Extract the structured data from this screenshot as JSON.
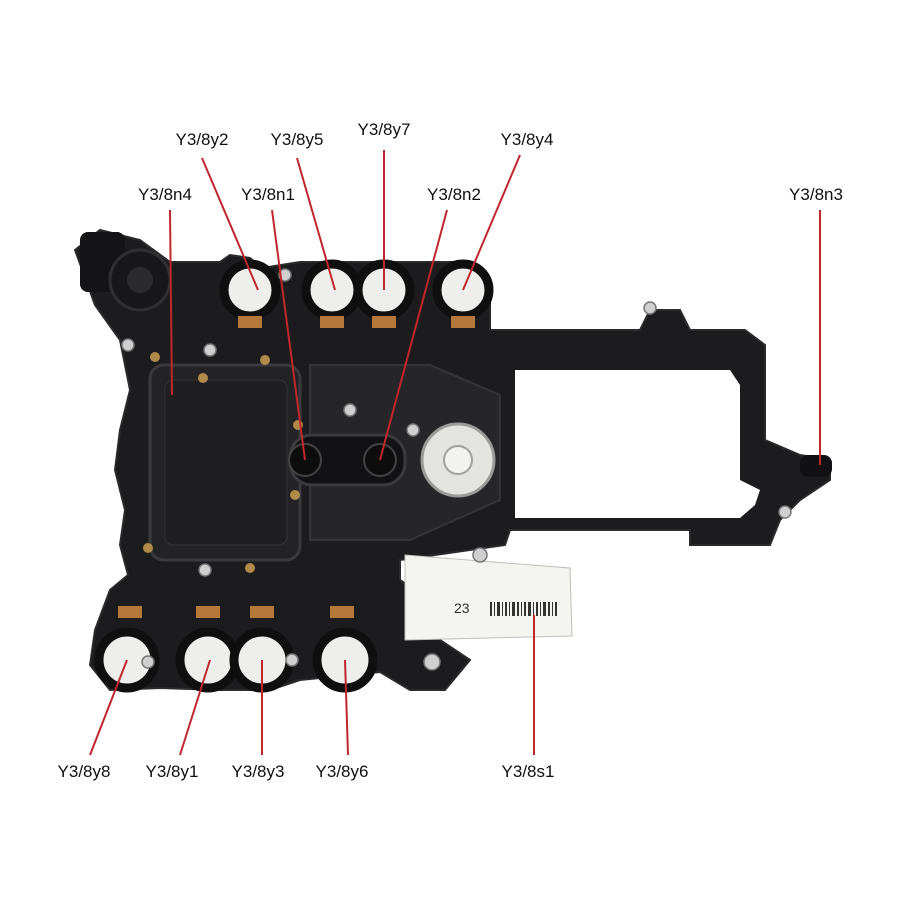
{
  "colors": {
    "plate": "#1c1c1e",
    "plate_edge": "#2a2a2d",
    "leader": "#c0272d",
    "sticker": "#f4f4f1",
    "coil": "#ececea",
    "copper": "#b5783b",
    "screw": "#cfcfcf",
    "brass": "#b08a48"
  },
  "labels": {
    "y3_8y2": "Y3/8y2",
    "y3_8y5": "Y3/8y5",
    "y3_8y7": "Y3/8y7",
    "y3_8y4": "Y3/8y4",
    "y3_8n4": "Y3/8n4",
    "y3_8n1": "Y3/8n1",
    "y3_8n2": "Y3/8n2",
    "y3_8n3": "Y3/8n3",
    "y3_8y8": "Y3/8y8",
    "y3_8y1": "Y3/8y1",
    "y3_8y3": "Y3/8y3",
    "y3_8y6": "Y3/8y6",
    "y3_8s1": "Y3/8s1"
  },
  "sticker_code": "23"
}
